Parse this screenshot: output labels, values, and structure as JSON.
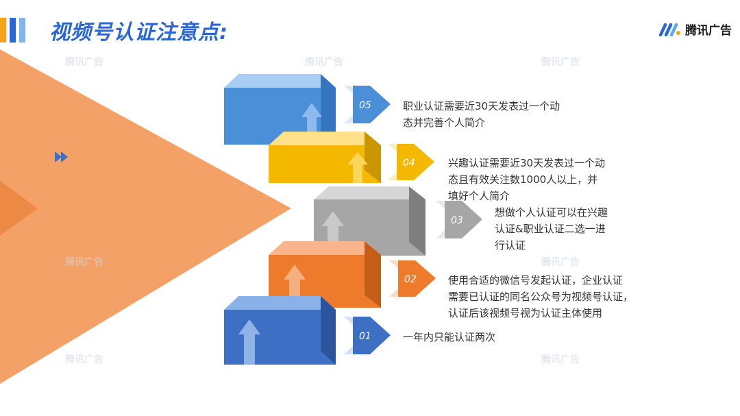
{
  "header": {
    "title": "视频号认证注意点:",
    "brand_name": "腾讯广告",
    "accent_bar_colors": [
      "#f7a21b",
      "#2b66d9",
      "#7fb6ef"
    ]
  },
  "watermark_text": "腾讯广告",
  "steps": [
    {
      "number": "05",
      "text": "职业认证需要近30天发表过一个动\n态并完善个人简介",
      "color": "#4a8fd8"
    },
    {
      "number": "04",
      "text": "兴趣认证需要近30天发表过一个动\n态且有效关注数1000人以上，并\n填好个人简介",
      "color": "#f5b800"
    },
    {
      "number": "03",
      "text": "想做个人认证可以在兴趣\n认证&职业认证二选一进\n行认证",
      "color": "#a6a6a6"
    },
    {
      "number": "02",
      "text": "使用合适的微信号发起认证，企业认证\n需要已认证的同名公众号为视频号认证，\n认证后该视频号视为认证主体使用",
      "color": "#ee7b2c"
    },
    {
      "number": "01",
      "text": "一年内只能认证两次",
      "color": "#3d70c4"
    }
  ],
  "colors": {
    "triangle": "#f3a166",
    "triangle_dark": "#ec8a45",
    "title": "#2b66d9"
  },
  "icons": [
    "up-arrow-icon",
    "chevron-right-icon",
    "fast-forward-icon"
  ]
}
